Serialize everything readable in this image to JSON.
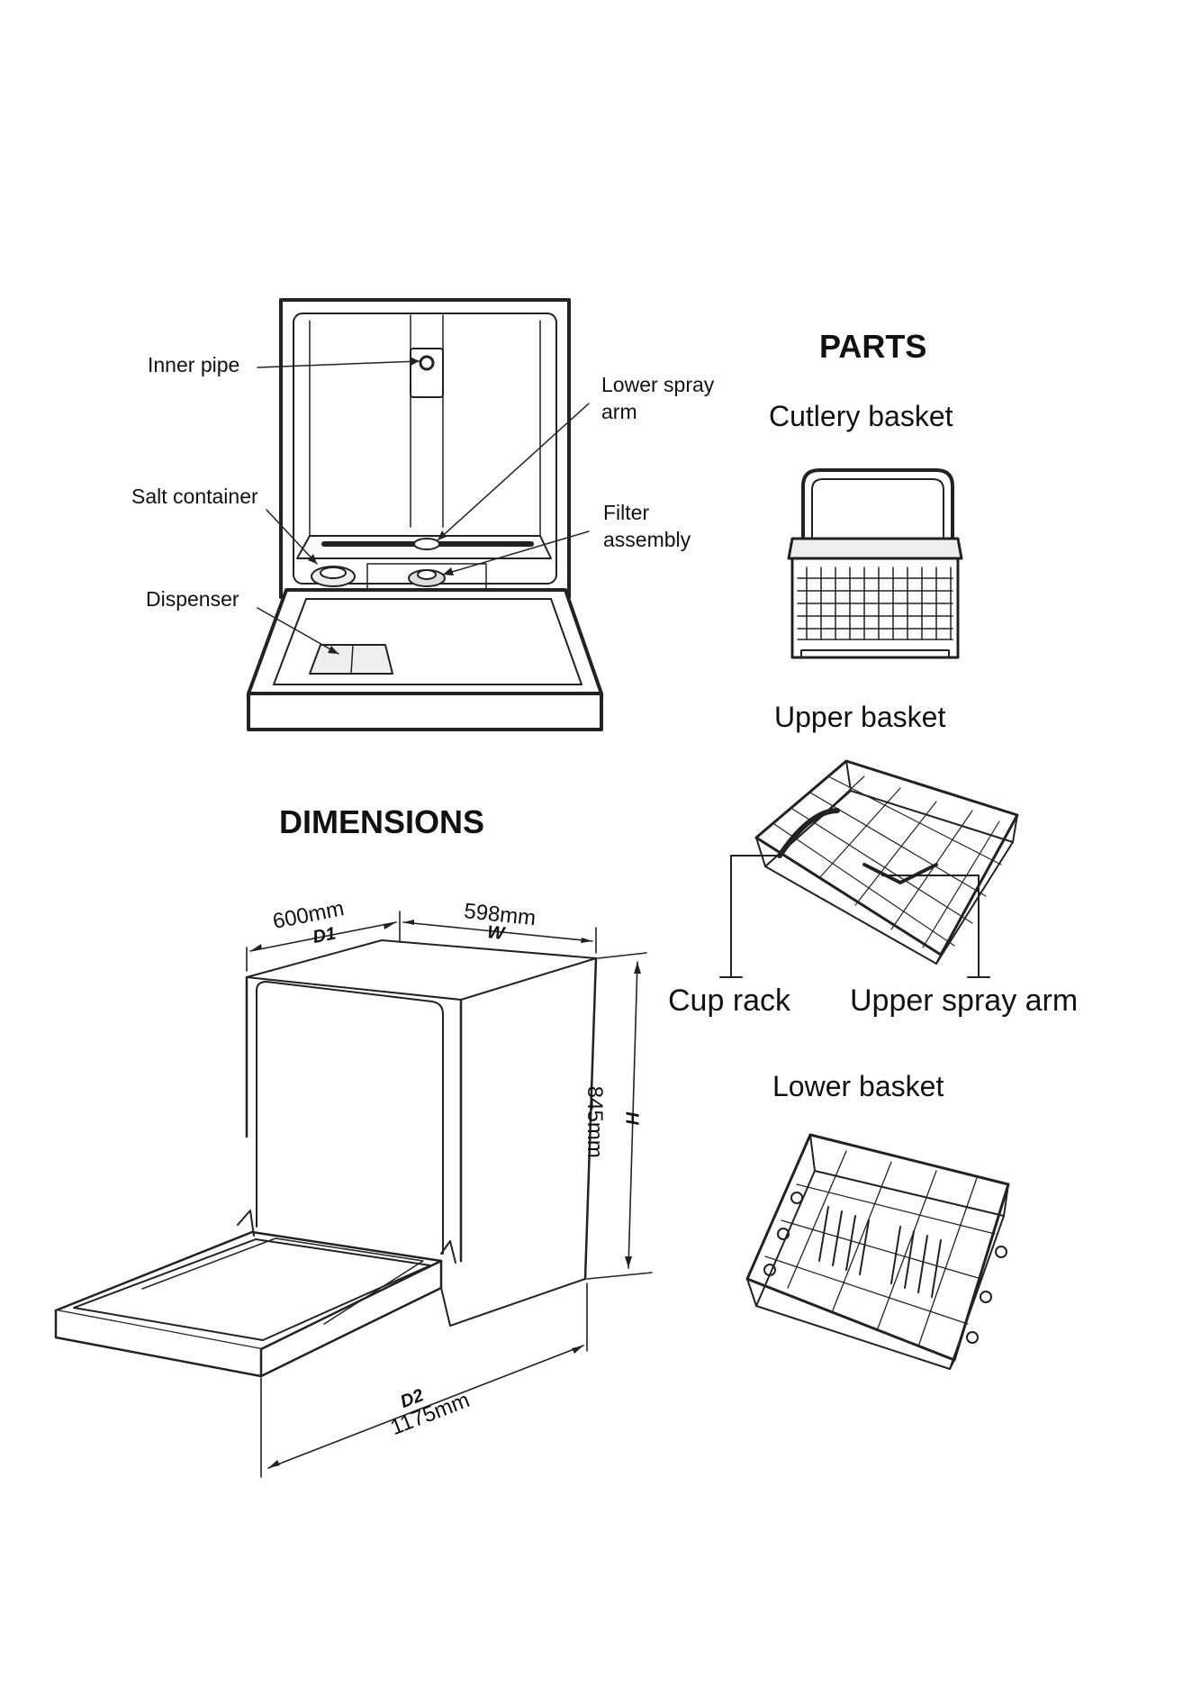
{
  "parts_heading": "PARTS",
  "dimensions_heading": "DIMENSIONS",
  "callouts": {
    "inner_pipe": "Inner pipe",
    "lower_spray_arm_1": "Lower spray",
    "lower_spray_arm_2": "arm",
    "salt_container": "Salt container",
    "filter_assembly_1": "Filter",
    "filter_assembly_2": "assembly",
    "dispenser": "Dispenser"
  },
  "parts": {
    "cutlery_basket": "Cutlery basket",
    "upper_basket": "Upper basket",
    "cup_rack": "Cup rack",
    "upper_spray_arm": "Upper spray arm",
    "lower_basket": "Lower basket"
  },
  "dimensions": {
    "d1_value": "600mm",
    "d1_code": "D1",
    "w_value": "598mm",
    "w_code": "W",
    "h_value": "845mm",
    "h_code": "H",
    "d2_value": "1175mm",
    "d2_code": "D2"
  },
  "colors": {
    "line": "#222222",
    "fill_light": "#f2f2f2",
    "fill_mid": "#d9d9d9"
  }
}
